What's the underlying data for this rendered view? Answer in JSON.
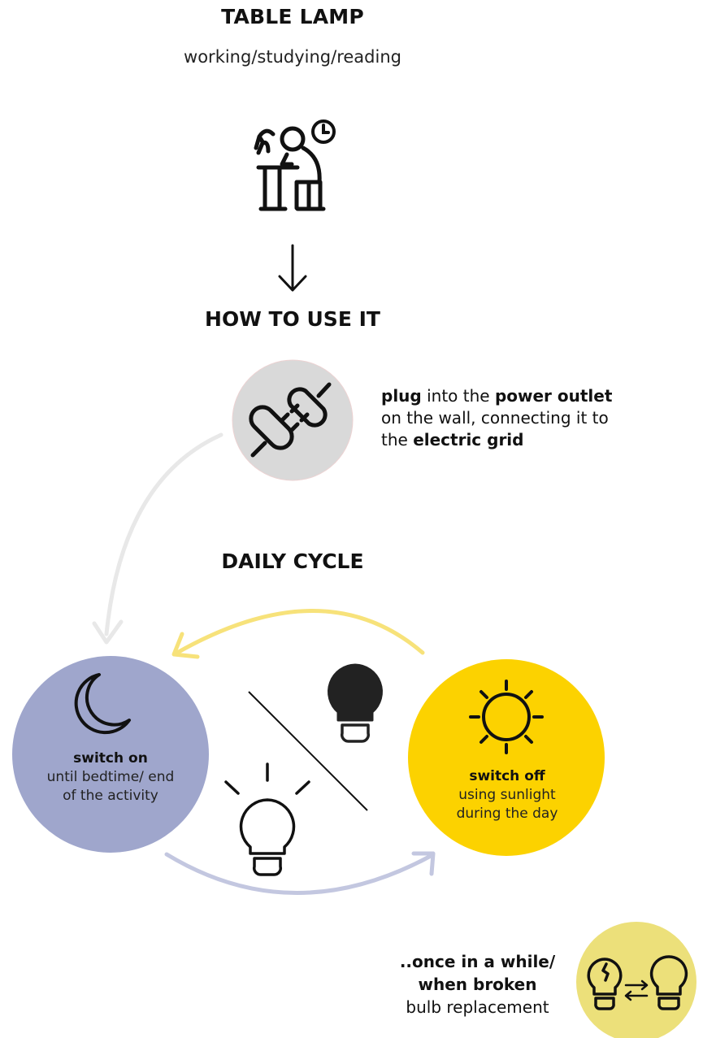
{
  "header": {
    "title": "TABLE LAMP",
    "subtitle": "working/studying/reading"
  },
  "how_to_use": {
    "title": "HOW TO USE IT",
    "plug_text": {
      "w1": "plug",
      "w2": " into the ",
      "w3": "power outlet",
      "w4": "on the wall, connecting it to",
      "w5": "the ",
      "w6": "electric grid"
    }
  },
  "daily_cycle": {
    "title": "DAILY CYCLE",
    "switch_on": {
      "label": "switch on",
      "line1": "until bedtime/ end",
      "line2": "of the activity"
    },
    "switch_off": {
      "label": "switch off",
      "line1": "using sunlight",
      "line2": "during the day"
    }
  },
  "maintenance": {
    "line1": "..once in a while/",
    "line2": "when broken",
    "line3": "bulb replacement"
  },
  "colors": {
    "moon_circle": "#9fa6cc",
    "sun_circle": "#fcd200",
    "plug_circle": "#d9d9d9",
    "replace_circle": "#ece07a",
    "yellow_arrow": "#f7e27a",
    "blue_arrow": "#c3c7e0",
    "gray_arrow": "#e8e8e8"
  },
  "icons": [
    "person-at-desk-icon",
    "clock-icon",
    "down-arrow-icon",
    "plug-icon",
    "moon-icon",
    "sun-icon",
    "bulb-on-icon",
    "bulb-off-icon",
    "broken-bulb-icon",
    "swap-arrows-icon",
    "new-bulb-icon"
  ]
}
